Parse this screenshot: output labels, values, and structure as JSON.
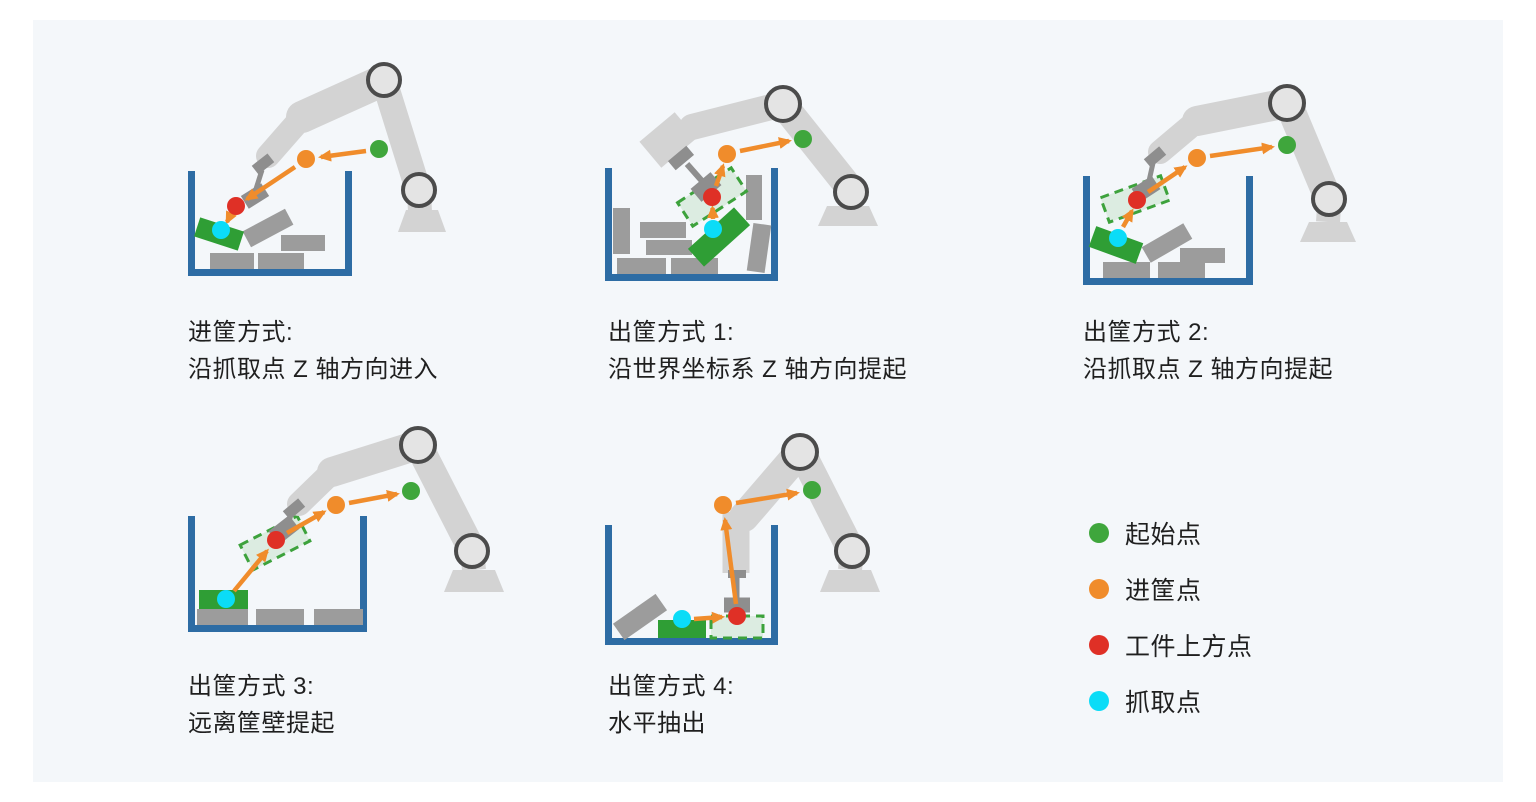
{
  "palette": {
    "page_background": "#ffffff",
    "panel_background": "#f4f7fa",
    "start_point": "#3fa63c",
    "entry_point": "#f08c2b",
    "above_workpiece_point": "#df3026",
    "grasp_point": "#0bdcf7",
    "bin_outline": "#2d6ca4",
    "workpiece_box": "#9c9c9c",
    "target_workpiece": "#2f9e35",
    "robot_arm": "#d3d3d3",
    "path_arrow": "#f08c2b",
    "ghost_outline": "#3da23c"
  },
  "diagrams": [
    {
      "caption_line1": "进筐方式:",
      "caption_line2": "沿抓取点 Z 轴方向进入"
    },
    {
      "caption_line1": "出筐方式 1:",
      "caption_line2": "沿世界坐标系 Z 轴方向提起"
    },
    {
      "caption_line1": "出筐方式 2:",
      "caption_line2": "沿抓取点 Z 轴方向提起"
    },
    {
      "caption_line1": "出筐方式 3:",
      "caption_line2": "远离筐壁提起"
    },
    {
      "caption_line1": "出筐方式 4:",
      "caption_line2": "水平抽出"
    }
  ],
  "legend": {
    "items": [
      {
        "label": "起始点",
        "color": "#3fa63c"
      },
      {
        "label": "进筐点",
        "color": "#f08c2b"
      },
      {
        "label": "工件上方点",
        "color": "#df3026"
      },
      {
        "label": "抓取点",
        "color": "#0bdcf7"
      }
    ]
  }
}
